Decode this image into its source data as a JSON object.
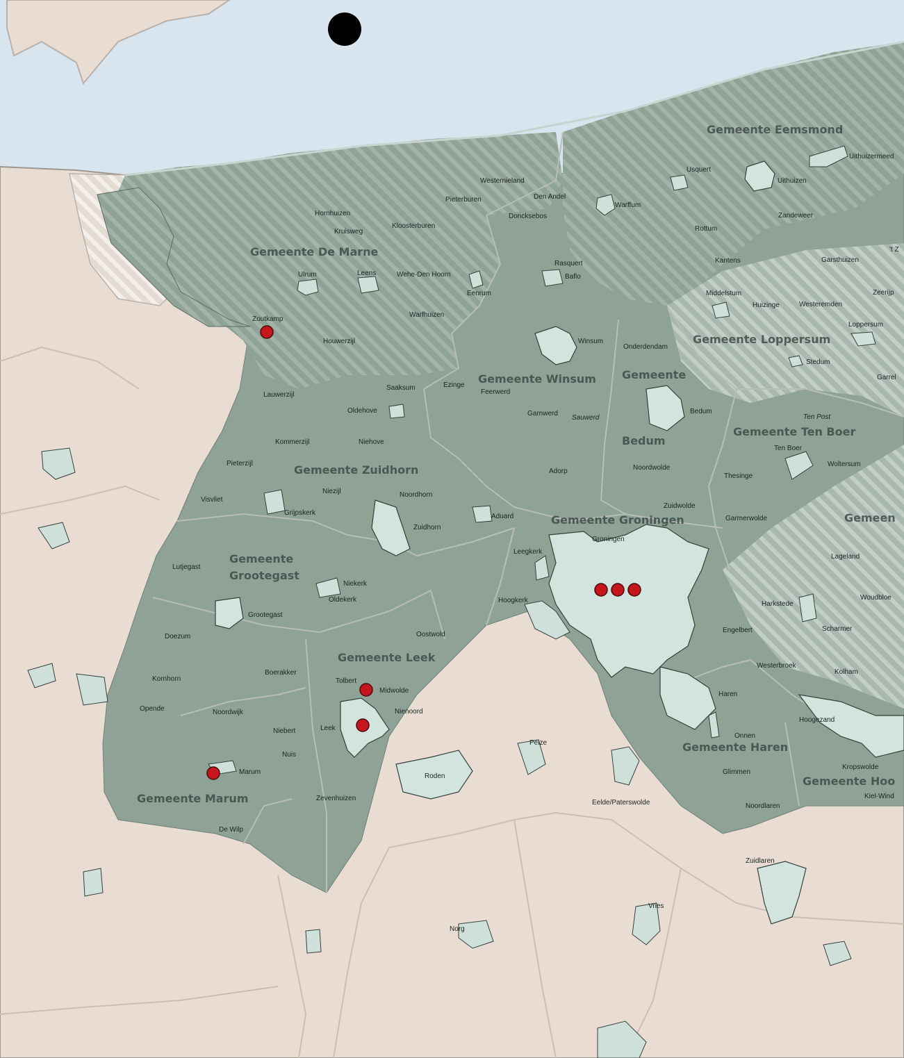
{
  "colors": {
    "sea": "#d8e4ee",
    "land_outside": "#e9ddd3",
    "municipality": "#8ea296",
    "municipality_light": "#a7b5ac",
    "urban_area": "#cfe0db",
    "marker": "#c4161c"
  },
  "municipalities": {
    "eemsmond": "Gemeente Eemsmond",
    "de_marne": "Gemeente De Marne",
    "loppersum": "Gemeente Loppersum",
    "winsum": "Gemeente Winsum",
    "bedum_1": "Gemeente",
    "bedum_2": "Bedum",
    "ten_boer": "Gemeente Ten Boer",
    "zuidhorn": "Gemeente Zuidhorn",
    "groningen": "Gemeente Groningen",
    "grootegast_1": "Gemeente",
    "grootegast_2": "Grootegast",
    "leek": "Gemeente Leek",
    "haren": "Gemeente Haren",
    "marum": "Gemeente Marum",
    "hoogezand": "Gemeente Hoo",
    "slochteren": "Gemeen"
  },
  "places": {
    "westernieland": "Westernieland",
    "pieterburen": "Pieterburen",
    "den_andel": "Den Andel",
    "doncksebos": "Doncksebos",
    "hornhuizen": "Hornhuizen",
    "kruisweg": "Kruisweg",
    "kloosterburen": "Kloosterburen",
    "usquert": "Usquert",
    "uithuizen": "Uithuizen",
    "uithuizermeeden": "Uithuizermeed",
    "warffum": "Warffum",
    "zandeweer": "Zandeweer",
    "rottum": "Rottum",
    "ulrum": "Ulrum",
    "leens": "Leens",
    "wehe_den_hoorn": "Wehe-Den Hoorn",
    "eenrum": "Eenrum",
    "rasquert": "Rasquert",
    "baflo": "Baflo",
    "kantens": "Kantens",
    "garsthuizen": "Garsthuizen",
    "t_zandt": "'t Z",
    "middelstum": "Middelstum",
    "huizinge": "Huizinge",
    "westeremden": "Westeremden",
    "zeerijp": "Zeerijp",
    "loppersum": "Loppersum",
    "zoutkamp": "Zoutkamp",
    "houwerzijl": "Houwerzijl",
    "warfhuizen": "Warfhuizen",
    "winsum": "Winsum",
    "onderdendam": "Onderdendam",
    "stedum": "Stedum",
    "garrel": "Garrel",
    "saaksum": "Saaksum",
    "ezinge": "Ezinge",
    "feerwerd": "Feerwerd",
    "lauwerzijl": "Lauwerzijl",
    "oldehove": "Oldehove",
    "garnwerd": "Garnwerd",
    "sauwerd": "Sauwerd",
    "bedum": "Bedum",
    "ten_post": "Ten Post",
    "kommerzijl": "Kommerzijl",
    "niehove": "Niehove",
    "ten_boer": "Ten Boer",
    "pieterzijl": "Pieterzijl",
    "adorp": "Adorp",
    "noordwolde": "Noordwolde",
    "thesinge": "Thesinge",
    "woltersum": "Woltersum",
    "niezijl": "Niezijl",
    "noordhorn": "Noordhorn",
    "visvliet": "Visvliet",
    "grijpskerk": "Grijpskerk",
    "zuidwolde": "Zuidwolde",
    "aduard": "Aduard",
    "garmerwolde": "Garmerwolde",
    "zuidhorn": "Zuidhorn",
    "groningen": "Groningen",
    "leegkerk": "Leegkerk",
    "lageland": "Lageland",
    "lutjegast": "Lutjegast",
    "niekerk": "Niekerk",
    "oldekerk": "Oldekerk",
    "hoogkerk": "Hoogkerk",
    "harkstede": "Harkstede",
    "woudbloem": "Woudbloe",
    "grootegast": "Grootegast",
    "engelbert": "Engelbert",
    "scharmer": "Scharmer",
    "oostwold": "Oostwold",
    "doezum": "Doezum",
    "westerbroek": "Westerbroek",
    "kolham": "Kolham",
    "boerakker": "Boerakker",
    "kornhorn": "Kornhorn",
    "tolbert": "Tolbert",
    "midwolde": "Midwolde",
    "haren": "Haren",
    "opende": "Opende",
    "noordwijk": "Noordwijk",
    "nienoord": "Nienoord",
    "hoogezand": "Hoogezand",
    "niebert": "Niebert",
    "leek": "Leek",
    "onnen": "Onnen",
    "peize": "Peize",
    "nuis": "Nuis",
    "kropswolde": "Kropswolde",
    "marum": "Marum",
    "roden": "Roden",
    "glimmen": "Glimmen",
    "kiel_windeweer": "Kiel-Wind",
    "zevenhuizen": "Zevenhuizen",
    "eelde_paterswolde": "Eelde/Paterswolde",
    "noordlaren": "Noordlaren",
    "de_wilp": "De Wilp",
    "zuidlaren": "Zuidlaren",
    "vries": "Vries",
    "norg": "Norg"
  }
}
